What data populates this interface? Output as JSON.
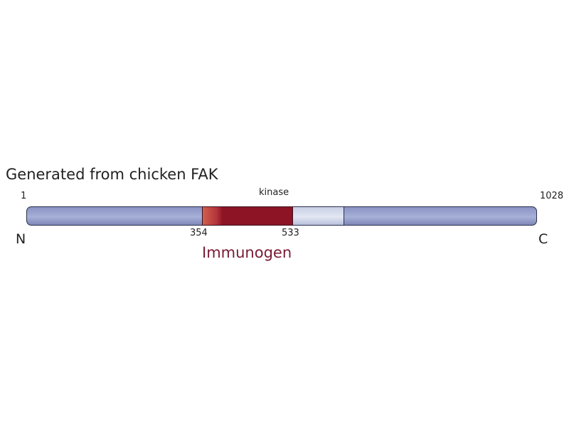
{
  "title": "Generated from chicken FAK",
  "domain_label": "kinase",
  "start_position": "1",
  "end_position": "1028",
  "n_terminus": "N",
  "c_terminus": "C",
  "immunogen": {
    "label": "Immunogen",
    "start": "354",
    "end": "533"
  },
  "colors": {
    "protein": "#9aa3d0",
    "kinase": "#dde2f0",
    "immunogen": "#8c1424",
    "immunogen_label": "#7a1a35"
  }
}
